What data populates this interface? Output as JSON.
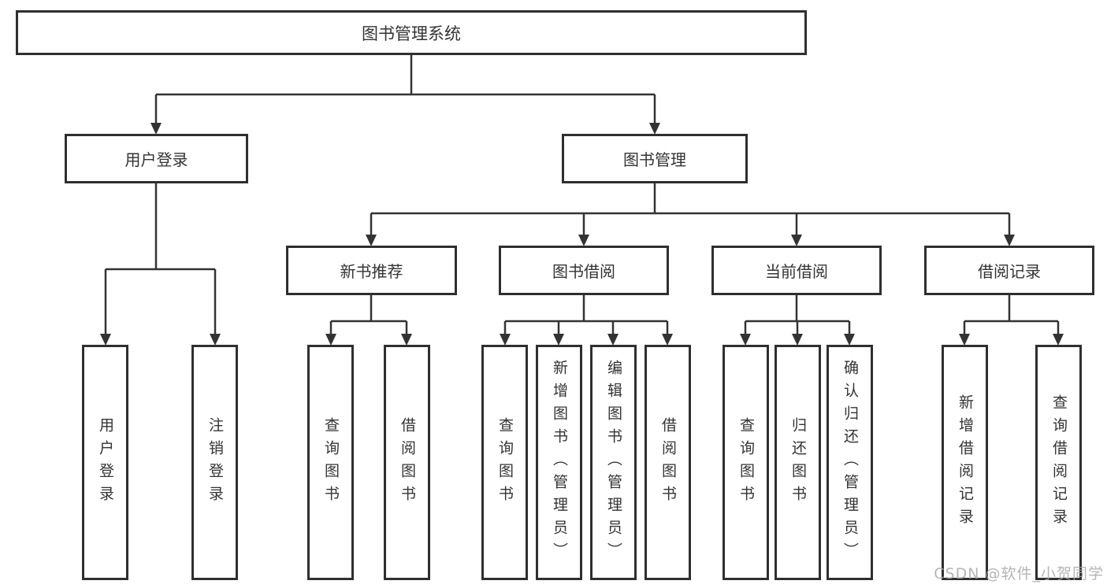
{
  "diagram_title": "图书管理系统",
  "tree": {
    "root": "图书管理系统",
    "branches": [
      {
        "label": "用户登录",
        "children": [
          "用户登录",
          "注销登录"
        ]
      },
      {
        "label": "图书管理",
        "groups": [
          {
            "label": "新书推荐",
            "children": [
              "查询图书",
              "借阅图书"
            ]
          },
          {
            "label": "图书借阅",
            "children": [
              "查询图书",
              "新增图书（管理员）",
              "编辑图书（管理员）",
              "借阅图书"
            ]
          },
          {
            "label": "当前借阅",
            "children": [
              "查询图书",
              "归还图书",
              "确认归还（管理员）"
            ]
          },
          {
            "label": "借阅记录",
            "children": [
              "新增借阅记录",
              "查询借阅记录"
            ]
          }
        ]
      }
    ]
  },
  "watermark": {
    "text": "CSDN @软件_小贺同学"
  },
  "colors": {
    "line": "#333333",
    "box_border": "#2f2f2f",
    "text": "#333333",
    "watermark": "#a8a8a8",
    "background": "#ffffff"
  }
}
